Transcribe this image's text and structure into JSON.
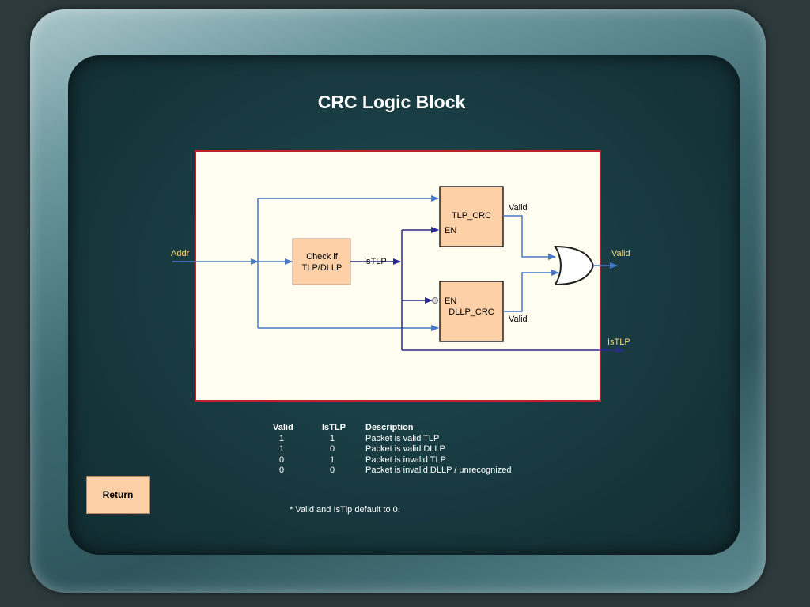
{
  "slide": {
    "title": "CRC Logic Block",
    "return_label": "Return",
    "note": "* Valid and IsTlp default to 0."
  },
  "diagram": {
    "input_addr": "Addr",
    "check_block": [
      "Check if",
      "TLP/DLLP"
    ],
    "istlp_internal": "IsTLP",
    "tlp_block": {
      "name": "TLP_CRC",
      "en": "EN",
      "out": "Valid"
    },
    "dllp_block": {
      "name": "DLLP_CRC",
      "en": "EN",
      "out": "Valid"
    },
    "output_valid": "Valid",
    "output_istlp": "IsTLP",
    "colors": {
      "panel_bg": "#fffcf0",
      "panel_border": "#c0202a",
      "block_fill": "#fdd0a8",
      "wire_blue": "#4a78c8",
      "wire_navy": "#2a2a8c",
      "label_gold": "#f2d98a"
    }
  },
  "truth_table": {
    "headers": [
      "Valid",
      "IsTLP",
      "Description"
    ],
    "rows": [
      [
        "1",
        "1",
        "Packet is valid TLP"
      ],
      [
        "1",
        "0",
        "Packet is valid DLLP"
      ],
      [
        "0",
        "1",
        "Packet is invalid TLP"
      ],
      [
        "0",
        "0",
        "Packet is invalid DLLP / unrecognized"
      ]
    ]
  }
}
